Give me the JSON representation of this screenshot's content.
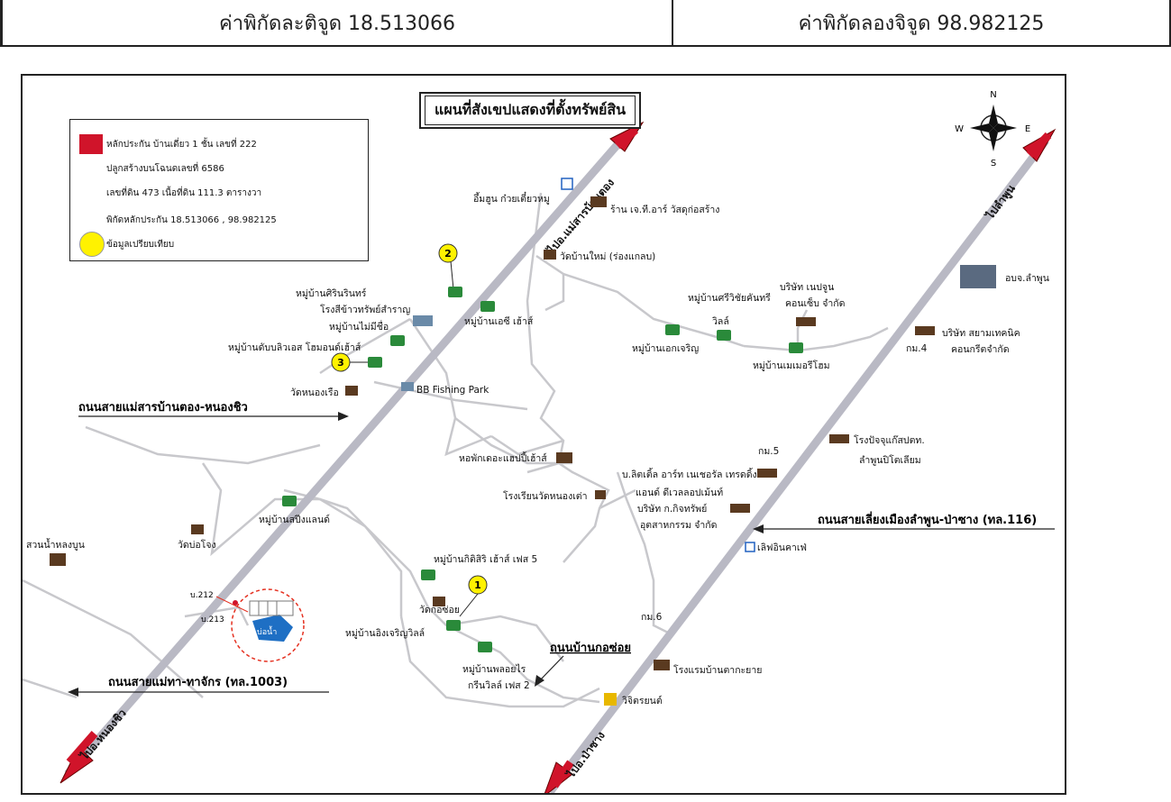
{
  "coords": {
    "lat_label": "ค่าพิกัดละติจูด 18.513066",
    "lng_label": "ค่าพิกัดลองจิจูด 98.982125"
  },
  "map": {
    "title": "แผนที่สังเขปแสดงที่ตั้งทรัพย์สิน",
    "legend": {
      "line1": "หลักประกัน บ้านเดี่ยว 1 ชั้น เลขที่ 222",
      "line2": "ปลูกสร้างบนโฉนดเลขที่ 6586",
      "line3": "เลขที่ดิน 473 เนื้อที่ดิน 111.3 ตารางวา",
      "line4": "พิกัดหลักประกัน 18.513066 , 98.982125",
      "line5": "ข้อมูลเปรียบเทียบ"
    },
    "compass": {
      "n": "N",
      "s": "S",
      "e": "E",
      "w": "W"
    },
    "road_labels": {
      "to_mae_sa": "ไปอ.แม่สารบ้านตอง",
      "to_lamphun": "ไปลำพูน",
      "to_nong_chio": "ไปอ.หนองชิว",
      "to_pa_sang": "ไปอ.ป่าซาง"
    },
    "callouts": {
      "mae_sa_road": "ถนนสายแม่สารบ้านตอง-หนองชิว",
      "bypass_road": "ถนนสายเลี่ยงเมืองลำพูน-ป่าซาง (ทล.116)",
      "mae_tha_road": "ถนนสายแม่ทา-ทาจักร (ทล.1003)",
      "ban_kon_soi_road": "ถนนบ้านกอซ่อย"
    },
    "markers": {
      "m1": "1",
      "m2": "2",
      "m3": "3"
    },
    "places": {
      "p1": "อึ้มฮูน ก๋วยเตี๋ยวหมู",
      "p2": "ร้าน เจ.ที.อาร์ วัสดุก่อสร้าง",
      "p3": "วัดบ้านใหม่ (ร่องแกลบ)",
      "p4": "หมู่บ้านศิรินรินทร์",
      "p5": "โรงสีข้าวทรัพย์สำราญ",
      "p6": "หมู่บ้านไม่มีชื่อ",
      "p7": "หมู่บ้านเอซี เฮ้าส์",
      "p8": "หมู่บ้านดับบลิวเอส โฮมอนด์เฮ้าส์",
      "p9": "วัดหนองเรือ",
      "p10": "BB Fishing Park",
      "p11": "หมู่บ้านศรีวิชัยคันทรี",
      "p12": "วิลล์",
      "p13": "บริษัท เนปจูน",
      "p14": "คอนเซ็บ จำกัด",
      "p15": "อบจ.ลำพูน",
      "p16": "หมู่บ้านเอกเจริญ",
      "p17": "บริษัท สยามเทคนิค",
      "p18": "คอนกรีตจำกัด",
      "p19": "กม.4",
      "p20": "หมู่บ้านเมเมอรีโฮม",
      "p21": "หอพักเดอะแฮปปี้เฮ้าส์",
      "p22": "กม.5",
      "p23": "โรงปัจจุแก๊สปตท.",
      "p24": "ลำพูนปิโตเลียม",
      "p25": "บ.ลิตเติ้ล อาร์ท เนเชอรัล เทรดดิ้ง",
      "p26": "โรงเรียนวัดหนองเต่า",
      "p27": "แอนด์ ดีเวลลอปเม้นท์",
      "p28": "บริษัท ก.กิจทรัพย์",
      "p29": "อุตสาหกรรม จำกัด",
      "p30": "เลิฟอินคาเฟ่",
      "p31": "หมู่บ้านสปีงแลนด์",
      "p32": "สวนน้ำหลงบูน",
      "p33": "วัดบ่อโจง",
      "p34": "หมู่บ้านกิติสิริ เฮ้าส์ เฟส 5",
      "p35": "วัดกอซ่อย",
      "p36": "หมู่บ้านอิงเจริญวิลล์",
      "p37": "หมู่บ้านพลอยไร",
      "p38": "กรีนวิลล์ เฟส 2",
      "p39": "กม.6",
      "p40": "โรงแรมบ้านตากะยาย",
      "p41": "วิจิตรยนต์",
      "p42": "บ.212",
      "p43": "บ.213",
      "p44": "บ่อน้ำ"
    }
  }
}
